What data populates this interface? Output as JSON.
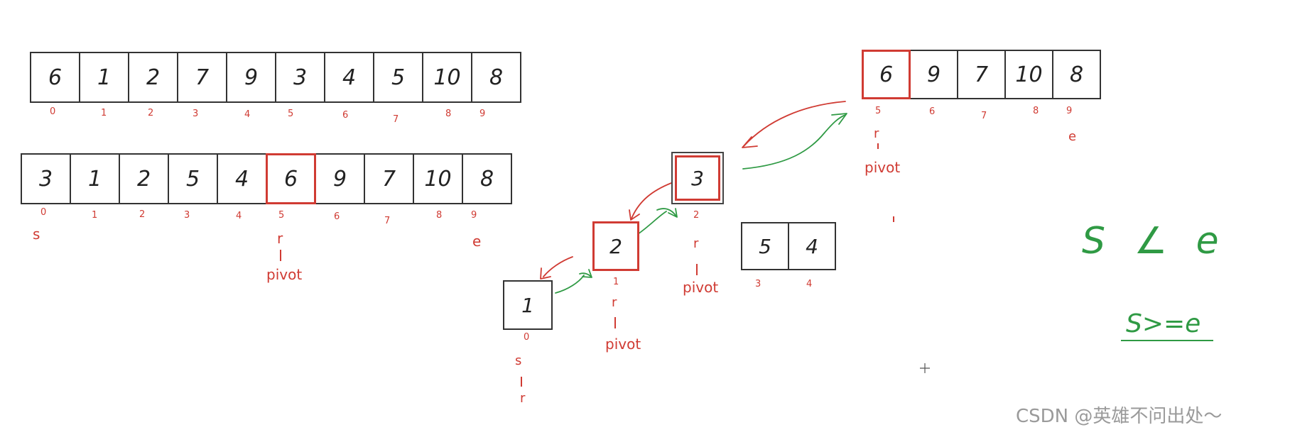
{
  "arrays": {
    "a1": {
      "cells": [
        "6",
        "1",
        "2",
        "7",
        "9",
        "3",
        "4",
        "5",
        "10",
        "8"
      ],
      "indices": [
        "0",
        "1",
        "2",
        "3",
        "4",
        "5",
        "6",
        "7",
        "8",
        "9"
      ]
    },
    "a2": {
      "cells": [
        "3",
        "1",
        "2",
        "5",
        "4",
        "6",
        "9",
        "7",
        "10",
        "8"
      ],
      "indices": [
        "0",
        "1",
        "2",
        "3",
        "4",
        "5",
        "6",
        "7",
        "8",
        "9"
      ],
      "highlight_index": 5
    },
    "right": {
      "cells": [
        "6",
        "9",
        "7",
        "10",
        "8"
      ],
      "indices": [
        "5",
        "6",
        "7",
        "8",
        "9"
      ],
      "highlight_index": 0
    },
    "box3": {
      "value": "3",
      "index": "2"
    },
    "box2": {
      "value": "2",
      "index": "1"
    },
    "box1": {
      "value": "1",
      "index": "0"
    },
    "pair": {
      "cells": [
        "5",
        "4"
      ],
      "indices": [
        "3",
        "4"
      ]
    }
  },
  "labels": {
    "s": "s",
    "r": "r",
    "e": "e",
    "pivot": "pivot"
  },
  "notes": {
    "s_lt_e": "S ∠ e",
    "s_ge_e": "S>=e"
  },
  "colors": {
    "red": "#d03b33",
    "green": "#2f9a44",
    "border": "#333333"
  },
  "watermark": "CSDN @英雄不问出处～"
}
